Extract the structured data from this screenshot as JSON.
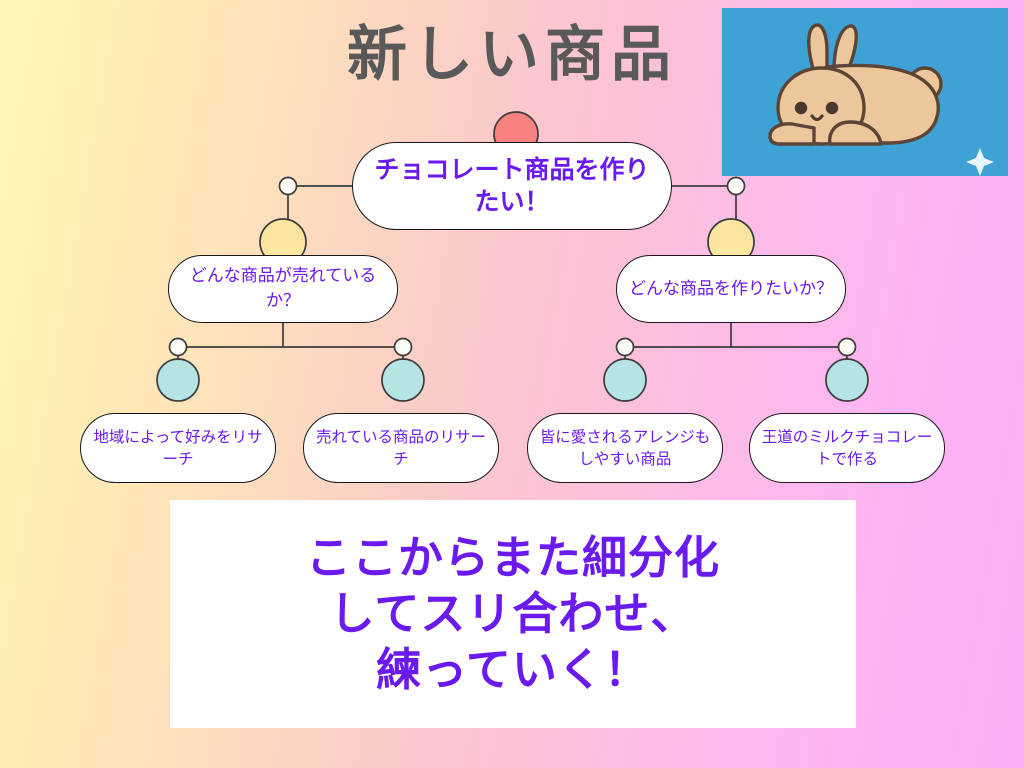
{
  "slide": {
    "title": "新しい商品",
    "background": {
      "from": "#FEF6B4",
      "mid": "#FBC7CE",
      "to": "#FBAEF6"
    }
  },
  "illustration": {
    "name": "rabbit-illustration",
    "alt": "かわいいうさぎ",
    "background_color": "#3FA2D4",
    "body_color": "#EBC79B",
    "outline_color": "#5C4436",
    "sparkle_color": "#E9F6FC"
  },
  "diagram": {
    "type": "logic-tree",
    "line_color": "#3C3C3C",
    "node_text_color": "#6A19EE",
    "node_fill": "#FFFFFF",
    "node_border": "#17171A",
    "root": {
      "id": "root",
      "text": "チョコレート商品を作りたい！",
      "bullet_color": "#F7827F",
      "bullet_name": "root-bullet-circle"
    },
    "level2": [
      {
        "id": "l2-left",
        "text": "どんな商品が売れているか？",
        "bullet_color": "#FAE6A0",
        "bullet_name": "level2-bullet-circle",
        "joint_color": "#FBFBF5"
      },
      {
        "id": "l2-right",
        "text": "どんな商品を作りたいか？",
        "bullet_color": "#FAE6A0",
        "bullet_name": "level2-bullet-circle",
        "joint_color": "#FBFBF5"
      }
    ],
    "level3": [
      {
        "id": "l3-1",
        "text": "地域によって好みをリサーチ",
        "bullet_color": "#B6E3E3",
        "bullet_name": "level3-bullet-circle",
        "joint_color": "#FBFBF5",
        "parent": "l2-left"
      },
      {
        "id": "l3-2",
        "text": "売れている商品のリサーチ",
        "bullet_color": "#B6E3E3",
        "bullet_name": "level3-bullet-circle",
        "joint_color": "#FBFBF5",
        "parent": "l2-left"
      },
      {
        "id": "l3-3",
        "text": "皆に愛されるアレンジもしやすい商品",
        "bullet_color": "#B6E3E3",
        "bullet_name": "level3-bullet-circle",
        "joint_color": "#FBFBF5",
        "parent": "l2-right"
      },
      {
        "id": "l3-4",
        "text": "王道のミルクチョコレートで作る",
        "bullet_color": "#B6E3E3",
        "bullet_name": "level3-bullet-circle",
        "joint_color": "#FBFBF5",
        "parent": "l2-right"
      }
    ]
  },
  "callout": {
    "background": "#FFFFFF",
    "text_color": "#6A19EE",
    "lines": [
      "ここからまた細分化",
      "してスリ合わせ、",
      "練っていく！"
    ]
  }
}
